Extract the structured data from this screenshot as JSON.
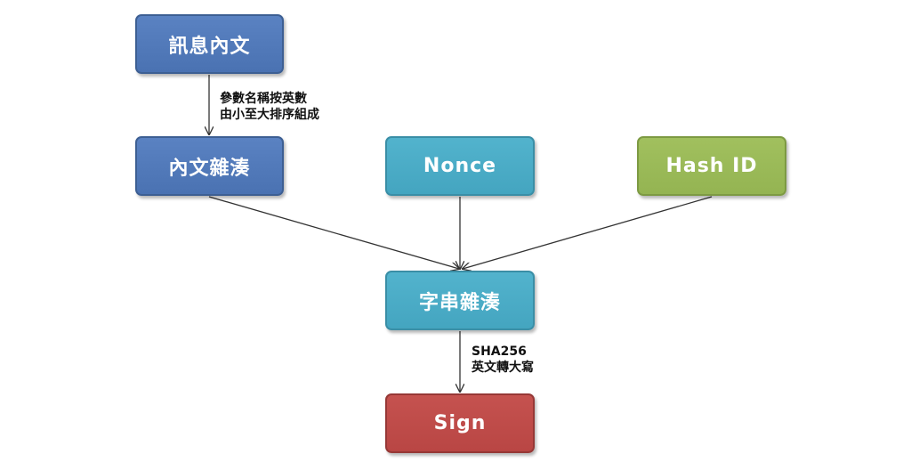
{
  "nodes": {
    "message": "訊息內文",
    "content_concat": "內文雜湊",
    "nonce": "Nonce",
    "hash_id": "Hash ID",
    "string_concat": "字串雜湊",
    "sign": "Sign"
  },
  "edge_labels": {
    "params_line1": "參數名稱按英數",
    "params_line2": "由小至大排序組成",
    "sha_line1": "SHA256",
    "sha_line2": "英文轉大寫"
  },
  "colors": {
    "blue": "#4f79bd",
    "cyan": "#4bacc6",
    "green": "#9bbb59",
    "red": "#c0504d",
    "arrow": "#333333"
  }
}
